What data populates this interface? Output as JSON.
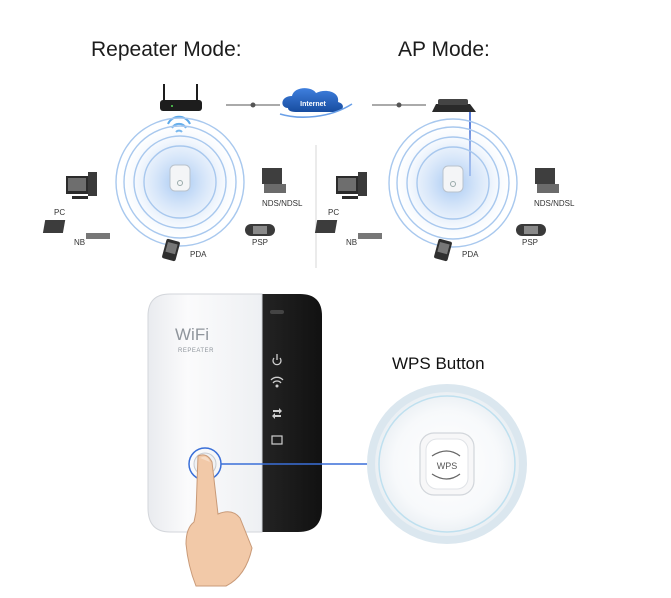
{
  "diagram": {
    "repeater_title": "Repeater Mode:",
    "ap_title": "AP Mode:",
    "internet_label": "Internet",
    "repeater_devices": {
      "pc": "PC",
      "nb": "NB",
      "pda": "PDA",
      "nds": "NDS/NDSL",
      "psp": "PSP"
    },
    "ap_devices": {
      "pc": "PC",
      "nb": "NB",
      "pda": "PDA",
      "nds": "NDS/NDSL",
      "psp": "PSP"
    }
  },
  "product": {
    "brand_text": "WiFi",
    "model_text": "REPEATER",
    "wps_caption": "WPS Button",
    "wps_key_label": "WPS",
    "status_icons": [
      "power-icon",
      "wifi-signal-icon",
      "transfer-icon",
      "ethernet-icon"
    ]
  },
  "colors": {
    "accent_blue": "#3a6fd8",
    "wave_blue": "#9cc1ee",
    "device_black": "#1a1a1a",
    "device_white": "#f4f5f7"
  }
}
